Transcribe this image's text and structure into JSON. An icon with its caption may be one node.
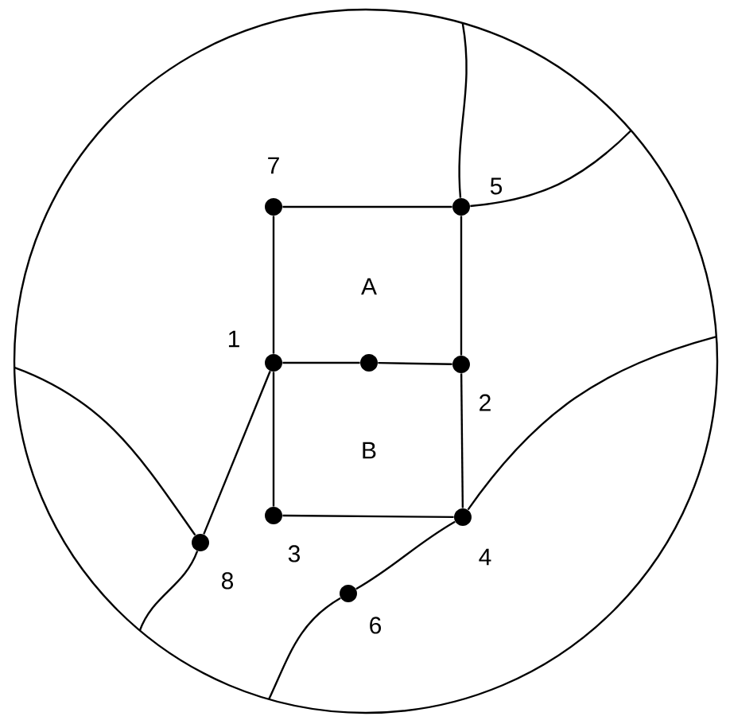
{
  "diagram": {
    "nodes": [
      {
        "text": [],
        "shape": "circle",
        "beside": [
          "7"
        ]
      },
      {
        "text": [],
        "shape": "circle",
        "beside": [
          "5"
        ]
      },
      {
        "text": [],
        "shape": "circle",
        "beside": [
          "1"
        ]
      },
      {
        "text": [],
        "shape": "circle"
      },
      {
        "text": [],
        "shape": "circle",
        "beside": [
          "2"
        ]
      },
      {
        "text": [],
        "shape": "circle",
        "beside": [
          "3"
        ]
      },
      {
        "text": [],
        "shape": "circle",
        "beside": [
          "4"
        ]
      },
      {
        "text": [],
        "shape": "circle",
        "beside": [
          "8"
        ]
      },
      {
        "text": [],
        "shape": "circle",
        "beside": [
          "6"
        ]
      }
    ],
    "edges": [
      {
        "from": 0,
        "to": 1,
        "arrow": "none"
      },
      {
        "from": 2,
        "to": 0,
        "arrow": "none"
      },
      {
        "from": 1,
        "to": 4,
        "arrow": "none"
      },
      {
        "from": 2,
        "to": 3,
        "arrow": "none"
      },
      {
        "from": 3,
        "to": 4,
        "arrow": "none"
      },
      {
        "from": 2,
        "to": 5,
        "arrow": "none"
      },
      {
        "from": 4,
        "to": 6,
        "arrow": "none"
      },
      {
        "from": 5,
        "to": 6,
        "arrow": "none"
      },
      {
        "from": 2,
        "to": 7,
        "arrow": "none"
      },
      {
        "from": 1,
        "to": null,
        "arrow": "none"
      },
      {
        "from": 1,
        "to": null,
        "arrow": "none"
      },
      {
        "from": 7,
        "to": null,
        "arrow": "none"
      },
      {
        "from": 7,
        "to": null,
        "arrow": "none"
      },
      {
        "from": 6,
        "to": null,
        "arrow": "none"
      },
      {
        "from": 6,
        "to": 8,
        "arrow": "none"
      },
      {
        "from": 8,
        "to": null,
        "arrow": "none"
      }
    ],
    "labels": [
      "A",
      "B"
    ]
  }
}
